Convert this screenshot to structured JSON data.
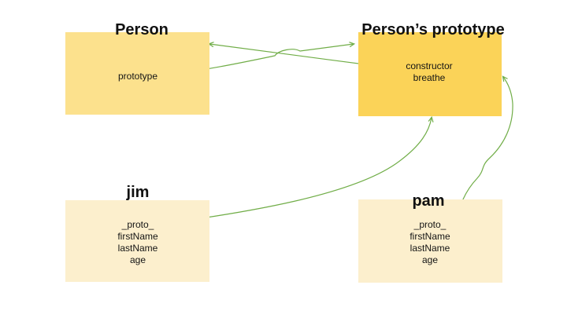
{
  "slide": {
    "background": "#ffffff"
  },
  "colors": {
    "person_box": "#fce18d",
    "prototype_box": "#fbd358",
    "instance_box": "#fcefcd",
    "connector": "#70ad47",
    "text": "#141414"
  },
  "nodes": {
    "person": {
      "title": "Person",
      "items": [
        "prototype"
      ]
    },
    "person_prototype": {
      "title": "Person’s prototype",
      "items": [
        "constructor",
        "breathe"
      ]
    },
    "jim": {
      "title": "jim",
      "items": [
        "_proto_",
        "firstName",
        "lastName",
        "age"
      ]
    },
    "pam": {
      "title": "pam",
      "items": [
        "_proto_",
        "firstName",
        "lastName",
        "age"
      ]
    }
  },
  "arrows": [
    {
      "id": "prototype-to-person-prototype",
      "from": "Person prototype property",
      "to": "Person’s prototype box",
      "style": "jump-over-crossing"
    },
    {
      "id": "constructor-to-person",
      "from": "Person’s prototype constructor property",
      "to": "Person box",
      "style": "straight"
    },
    {
      "id": "jim-proto-to-person-prototype",
      "from": "jim _proto_ property",
      "to": "Person’s prototype box bottom",
      "style": "curved"
    },
    {
      "id": "pam-proto-to-person-prototype",
      "from": "pam _proto_ property",
      "to": "Person’s prototype box right",
      "style": "s-curved"
    }
  ]
}
